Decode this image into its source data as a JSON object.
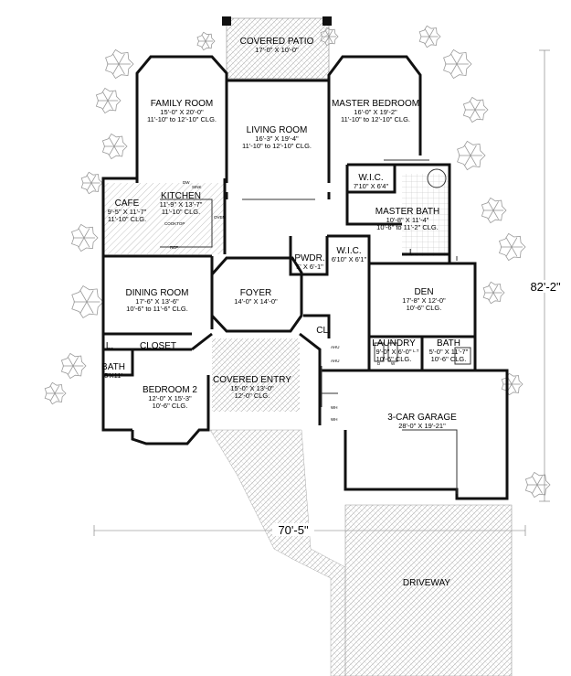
{
  "colors": {
    "wall": "#111111",
    "hatch": "#999999",
    "tree": "#9a9a9a",
    "background": "#ffffff"
  },
  "dimensions": {
    "width": "70'-5\"",
    "depth": "82'-2\""
  },
  "rooms": {
    "covered_patio": {
      "name": "COVERED PATIO",
      "size": "17'-0\" X 10'-0\""
    },
    "family_room": {
      "name": "FAMILY ROOM",
      "size": "15'-0\" X 20'-0\"",
      "clg": "11'-10\" to 12'-10\" CLG."
    },
    "living_room": {
      "name": "LIVING ROOM",
      "size": "16'-3\" X 19'-4\"",
      "clg": "11'-10\" to 12'-10\" CLG."
    },
    "master_bedroom": {
      "name": "MASTER BEDROOM",
      "size": "16'-0\" X 19'-2\"",
      "clg": "11'-10\" to 12'-10\" CLG."
    },
    "kitchen": {
      "name": "KITCHEN",
      "size": "11'-9\" X 13'-7\"",
      "clg": "11'-10\" CLG."
    },
    "cafe": {
      "name": "CAFE",
      "size": "9'-5\" X 11'-7\"",
      "clg": "11'-10\" CLG."
    },
    "wic_master": {
      "name": "W.I.C.",
      "size": "7'10\" X 6'4\""
    },
    "master_bath": {
      "name": "MASTER BATH",
      "size": "10'-8\" X 11'-4\"",
      "clg": "10'-6\" to 11'-2\" CLG."
    },
    "pwdr": {
      "name": "PWDR.",
      "size": "5' X 6'-1\""
    },
    "wic_2": {
      "name": "W.I.C.",
      "size": "6'10\" X 6'1\""
    },
    "dining_room": {
      "name": "DINING ROOM",
      "size": "17'-6\" X 13'-6\"",
      "clg": "10'-6\" to 11'-6\" CLG."
    },
    "foyer": {
      "name": "FOYER",
      "size": "14'-0\" X 14'-0\""
    },
    "den": {
      "name": "DEN",
      "size": "17'-8\" X 12'-0\"",
      "clg": "10'-6\" CLG."
    },
    "closet_foyer": {
      "name": "CL."
    },
    "laundry": {
      "name": "LAUNDRY",
      "size": "9'-0\" X 6'-0\"",
      "clg": "10'-6\" CLG."
    },
    "bath_3": {
      "name": "BATH",
      "size": "5'-0\" X 11'-7\"",
      "clg": "10'-6\" CLG."
    },
    "closet_bed2": {
      "name": "CLOSET"
    },
    "linen_1": {
      "name": "L."
    },
    "linen_2": {
      "name": "L."
    },
    "bath_2": {
      "name": "BATH",
      "size": "5'X11'"
    },
    "bedroom_2": {
      "name": "BEDROOM 2",
      "size": "12'-0\" X 15'-3\"",
      "clg": "10'-6\" CLG."
    },
    "covered_entry": {
      "name": "COVERED ENTRY",
      "size": "15'-0\" X 13'-0\"",
      "clg": "12'-0\" CLG."
    },
    "garage": {
      "name": "3-CAR GARAGE",
      "size": "28'-0\" X 19'-21\""
    },
    "driveway": {
      "name": "DRIVEWAY"
    }
  },
  "fixtures": {
    "dw": "DW",
    "sink": "SINK",
    "cooktop": "COOKTOP",
    "oven": "OVEN",
    "ref": "REF",
    "ahu_1": "AHU",
    "ahu_2": "AHU",
    "wh_1": "WH",
    "wh_2": "WH",
    "dryer": "D",
    "washer": "W",
    "laundry_tub": "L.T"
  }
}
